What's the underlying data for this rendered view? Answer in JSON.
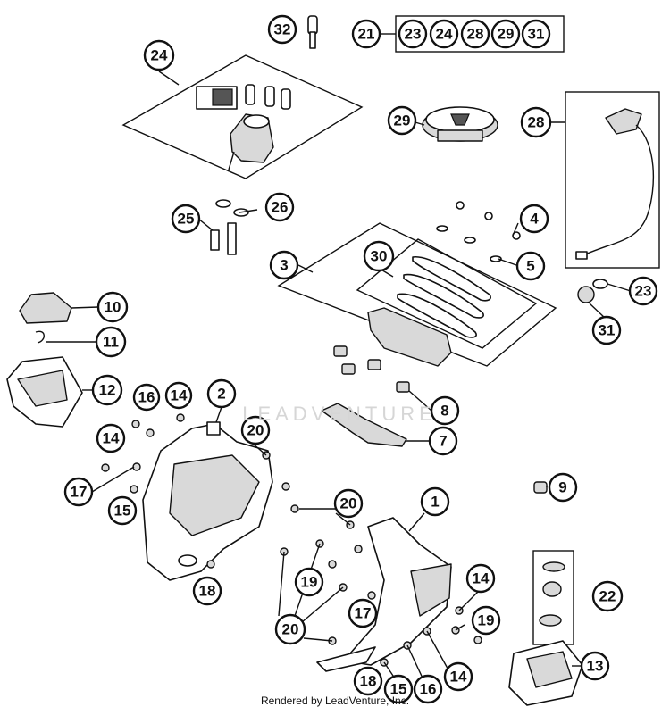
{
  "diagram": {
    "callouts": [
      "32",
      "21",
      "23",
      "24",
      "28",
      "29",
      "31",
      "24",
      "29",
      "28",
      "25",
      "26",
      "4",
      "3",
      "30",
      "5",
      "23",
      "31",
      "10",
      "11",
      "12",
      "16",
      "14",
      "2",
      "8",
      "20",
      "7",
      "14",
      "17",
      "15",
      "9",
      "20",
      "1",
      "19",
      "14",
      "18",
      "22",
      "17",
      "19",
      "20",
      "13",
      "18",
      "15",
      "16",
      "14"
    ],
    "footer": "Rendered by LeadVenture, Inc.",
    "watermark": "LEADVENTURE"
  }
}
